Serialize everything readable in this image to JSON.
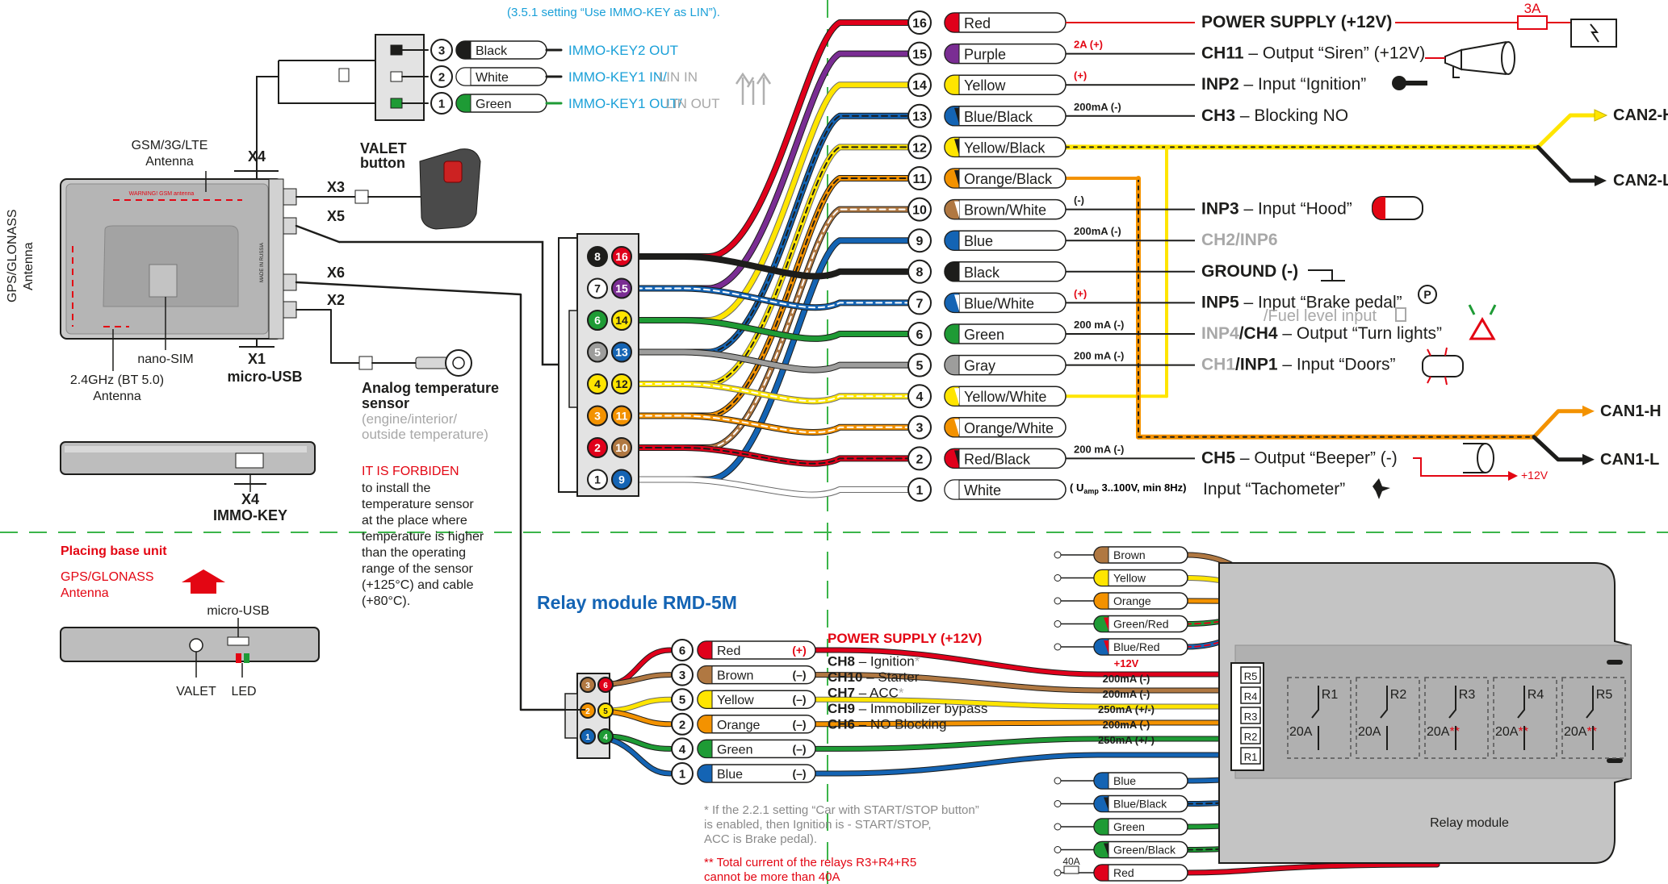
{
  "top_note": "(3.5.1 setting “Use IMMO-KEY as LIN”).",
  "colors": {
    "red": "#e0001b",
    "purple": "#7a2d93",
    "yellow": "#ffe500",
    "blue": "#1464b4",
    "orange": "#f39200",
    "brown": "#b07842",
    "green": "#1e9b35",
    "gray": "#9d9d9c",
    "black": "#1d1d1b",
    "cyan": "#1aa0d8",
    "accent_red": "#e30613",
    "lightgray": "#a8a8a8"
  },
  "immo": {
    "pins": [
      {
        "n": "3",
        "label": "Black",
        "color": "black",
        "text": "IMMO-KEY2 OUT",
        "extra": ""
      },
      {
        "n": "2",
        "label": "White",
        "color": "white",
        "text": "IMMO-KEY1 IN/",
        "extra": "LIN IN"
      },
      {
        "n": "1",
        "label": "Green",
        "color": "green",
        "text": "IMMO-KEY1 OUT/",
        "extra": "LIN OUT"
      }
    ]
  },
  "base_unit": {
    "gsm_antenna": [
      "GSM/3G/LTE",
      "Antenna"
    ],
    "gps_antenna": [
      "GPS/GLONASS",
      "Antenna"
    ],
    "nano_sim": "nano-SIM",
    "bt_antenna": [
      "2.4GHz (BT 5.0)",
      "Antenna"
    ],
    "warning": "WARNING! GSM antenna",
    "made": "MADE IN RUSSIA",
    "x1": "X1",
    "micro_usb": "micro-USB",
    "x2": "X2",
    "x3": "X3",
    "x4": "X4",
    "x5": "X5",
    "x6": "X6",
    "valet_button": [
      "VALET",
      "button"
    ],
    "immo_key_x4": "X4",
    "immo_key": "IMMO-KEY"
  },
  "temp_sensor": {
    "title": [
      "Analog temperature",
      "sensor"
    ],
    "sub": [
      "(engine/interior/",
      "outside temperature)"
    ],
    "warning_title": "IT IS FORBIDEN",
    "warning": [
      "to install the",
      "temperature sensor",
      "at the place where",
      "temperature is higher",
      "than the operating",
      "range of the sensor",
      "(+125°C) and cable",
      "(+80°C)."
    ]
  },
  "placing": {
    "title": "Placing base unit",
    "gps": [
      "GPS/GLONASS",
      "Antenna"
    ],
    "micro_usb": "micro-USB",
    "valet": "VALET",
    "led": "LED"
  },
  "main_connector": {
    "pairs": [
      {
        "l": "8",
        "lc": "black",
        "r": "16",
        "rc": "red"
      },
      {
        "l": "7",
        "lc": "white_blue",
        "r": "15",
        "rc": "purple"
      },
      {
        "l": "6",
        "lc": "green",
        "r": "14",
        "rc": "yellow"
      },
      {
        "l": "5",
        "lc": "gray",
        "r": "13",
        "rc": "blue_black"
      },
      {
        "l": "4",
        "lc": "yellow_white",
        "r": "12",
        "rc": "yellow_black"
      },
      {
        "l": "3",
        "lc": "orange_white",
        "r": "11",
        "rc": "orange_black"
      },
      {
        "l": "2",
        "lc": "red_black",
        "r": "10",
        "rc": "brown_white"
      },
      {
        "l": "1",
        "lc": "white",
        "r": "9",
        "rc": "blue"
      }
    ]
  },
  "wires": [
    {
      "n": "16",
      "label": "Red",
      "c1": "red",
      "c2": "",
      "note": "",
      "func_bold": "POWER SUPPLY (+12V)",
      "func": "",
      "func_gray": false,
      "fuse": "3A"
    },
    {
      "n": "15",
      "label": "Purple",
      "c1": "purple",
      "c2": "",
      "note": "2A (+)",
      "func_bold": "CH11",
      "func": " – Output “Siren” (+12V)",
      "func_gray": false
    },
    {
      "n": "14",
      "label": "Yellow",
      "c1": "yellow",
      "c2": "",
      "note": "(+)",
      "func_bold": "INP2",
      "func": " –  Input “Ignition”",
      "func_gray": false
    },
    {
      "n": "13",
      "label": "Blue/Black",
      "c1": "blue",
      "c2": "black",
      "note": "200mA (-)",
      "func_bold": "CH3",
      "func": " – Blocking NO",
      "func_gray": false
    },
    {
      "n": "12",
      "label": "Yellow/Black",
      "c1": "yellow",
      "c2": "black",
      "note": "",
      "func_bold": "",
      "func": "",
      "func_gray": false
    },
    {
      "n": "11",
      "label": "Orange/Black",
      "c1": "orange",
      "c2": "black",
      "note": "",
      "func_bold": "",
      "func": "",
      "func_gray": false
    },
    {
      "n": "10",
      "label": "Brown/White",
      "c1": "brown",
      "c2": "white",
      "note": "(-)",
      "func_bold": "INP3",
      "func": " –  Input  “Hood”",
      "func_gray": false
    },
    {
      "n": "9",
      "label": "Blue",
      "c1": "blue",
      "c2": "",
      "note": "200mA (-)",
      "func_bold": "CH2/INP6",
      "func": "",
      "func_gray": true
    },
    {
      "n": "8",
      "label": "Black",
      "c1": "black",
      "c2": "",
      "note": "",
      "func_bold": "GROUND (-)",
      "func": "",
      "func_gray": false
    },
    {
      "n": "7",
      "label": "Blue/White",
      "c1": "blue",
      "c2": "white",
      "note": "(+)",
      "func_bold": "INP5",
      "func": " – Input “Brake pedal”",
      "func_gray": false
    },
    {
      "n": "6",
      "label": "Green",
      "c1": "green",
      "c2": "",
      "note": "200 mA (-)",
      "func_bold": "INP4/CH4",
      "func": " – Output “Turn lights”",
      "func_gray": false
    },
    {
      "n": "5",
      "label": "Gray",
      "c1": "gray",
      "c2": "",
      "note": "200 mA (-)",
      "func_bold": "CH1/INP1",
      "func": " –  Input “Doors”",
      "func_gray": false
    },
    {
      "n": "4",
      "label": "Yellow/White",
      "c1": "yellow",
      "c2": "white",
      "note": "",
      "func_bold": "",
      "func": "",
      "func_gray": false
    },
    {
      "n": "3",
      "label": "Orange/White",
      "c1": "orange",
      "c2": "white",
      "note": "",
      "func_bold": "",
      "func": "",
      "func_gray": false
    },
    {
      "n": "2",
      "label": "Red/Black",
      "c1": "red",
      "c2": "black",
      "note": "200 mA (-)",
      "func_bold": "CH5",
      "func": " – Output “Beeper” (-)",
      "func_gray": false
    },
    {
      "n": "1",
      "label": "White",
      "c1": "white",
      "c2": "",
      "note": "",
      "func_bold": "",
      "func": "Input “Tachometer”",
      "func_gray": false
    }
  ],
  "fuel_level": "/Fuel level input",
  "tach_note": "( U",
  "tach_note_sub": "amp",
  "tach_note_end": " 3..100V, min 8Hz)",
  "beeper_12v": "+12V",
  "can": [
    "CAN2-H",
    "CAN2-L",
    "CAN1-H",
    "CAN1-L"
  ],
  "relay": {
    "title": "Relay module RMD-5M",
    "header_left": [
      {
        "n": "3",
        "c": "brown"
      },
      {
        "n": "2",
        "c": "orange"
      },
      {
        "n": "1",
        "c": "blue"
      }
    ],
    "header_right": [
      {
        "n": "6",
        "c": "red"
      },
      {
        "n": "5",
        "c": "yellow"
      },
      {
        "n": "4",
        "c": "green"
      }
    ],
    "wires": [
      {
        "n": "6",
        "label": "Red",
        "c": "red",
        "pol": "(+)"
      },
      {
        "n": "3",
        "label": "Brown",
        "c": "brown",
        "pol": "(–)"
      },
      {
        "n": "5",
        "label": "Yellow",
        "c": "yellow",
        "pol": "(–)"
      },
      {
        "n": "2",
        "label": "Orange",
        "c": "orange",
        "pol": "(–)"
      },
      {
        "n": "4",
        "label": "Green",
        "c": "green",
        "pol": "(–)"
      },
      {
        "n": "1",
        "label": "Blue",
        "c": "blue",
        "pol": "(–)"
      }
    ],
    "functions": [
      {
        "bold": "POWER SUPPLY (+12V)",
        "text": "",
        "red": true
      },
      {
        "bold": "CH8",
        "text": " –  Ignition",
        "star": "*"
      },
      {
        "bold": "CH10",
        "text": " – Starter",
        "star": ""
      },
      {
        "bold": "CH7",
        "text": " – ACC",
        "star": "*"
      },
      {
        "bold": "CH9",
        "text": " – Immobilizer bypass",
        "star": ""
      },
      {
        "bold": "CH6",
        "text": " – NO Blocking",
        "star": ""
      }
    ],
    "currents": [
      "+12V",
      "200mA (-)",
      "200mA (-)",
      "250mA (+/-)",
      "200mA (-)",
      "250mA (+/-)"
    ],
    "rl": [
      "R5",
      "R4",
      "R3",
      "R2",
      "R1"
    ],
    "top_wires": [
      {
        "label": "Brown",
        "c1": "brown",
        "c2": ""
      },
      {
        "label": "Yellow",
        "c1": "yellow",
        "c2": ""
      },
      {
        "label": "Orange",
        "c1": "orange",
        "c2": ""
      },
      {
        "label": "Green/Red",
        "c1": "green",
        "c2": "red"
      },
      {
        "label": "Blue/Red",
        "c1": "blue",
        "c2": "red"
      }
    ],
    "bottom_wires": [
      {
        "label": "Blue",
        "c1": "blue",
        "c2": ""
      },
      {
        "label": "Blue/Black",
        "c1": "blue",
        "c2": "black"
      },
      {
        "label": "Green",
        "c1": "green",
        "c2": ""
      },
      {
        "label": "Green/Black",
        "c1": "green",
        "c2": "black"
      },
      {
        "label": "Red",
        "c1": "red",
        "c2": ""
      }
    ],
    "fuse40": "40A",
    "relays": [
      {
        "name": "R1",
        "amp": "20A",
        "star": ""
      },
      {
        "name": "R2",
        "amp": "20A",
        "star": ""
      },
      {
        "name": "R3",
        "amp": "20A",
        "star": "**"
      },
      {
        "name": "R4",
        "amp": "20A",
        "star": "**"
      },
      {
        "name": "R5",
        "amp": "20A",
        "star": "**"
      }
    ],
    "module_label": "Relay module",
    "footnote1": [
      "* If the 2.2.1 setting “Car with START/STOP button”",
      "is enabled, then Ignition is  - START/STOP,",
      "ACC is Brake pedal)."
    ],
    "footnote2": [
      "** Total current of the relays R3+R4+R5",
      "cannot be more than 40A"
    ]
  }
}
